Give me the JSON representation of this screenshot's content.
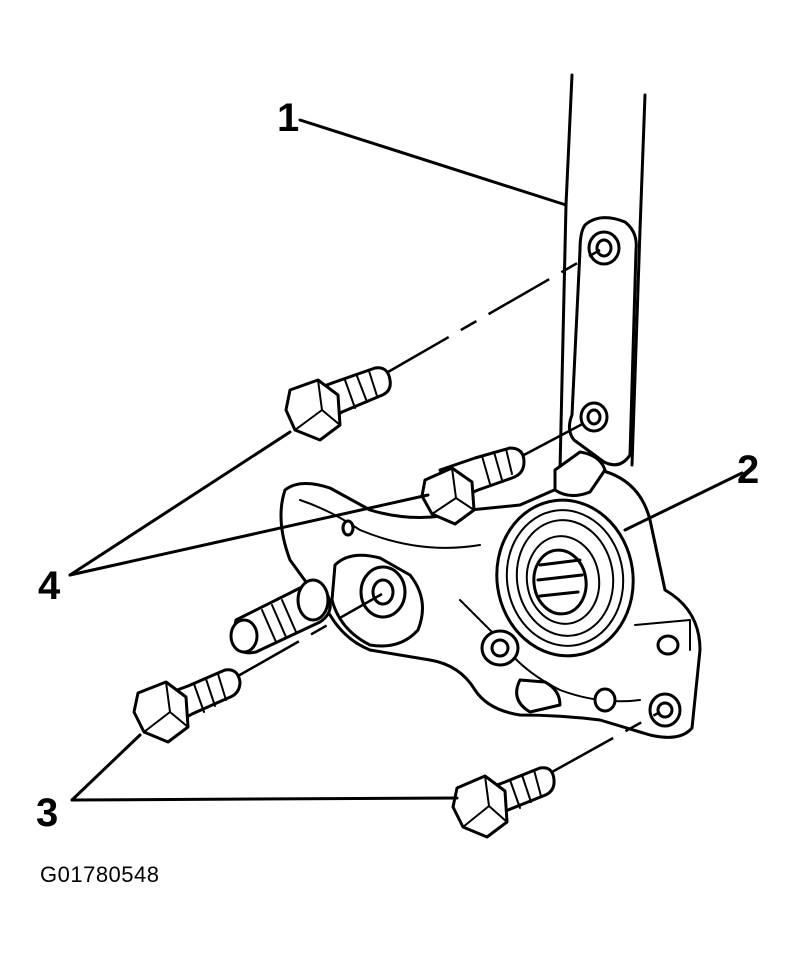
{
  "callouts": {
    "c1": "1",
    "c2": "2",
    "c3": "3",
    "c4": "4"
  },
  "figure_id": "G01780548"
}
